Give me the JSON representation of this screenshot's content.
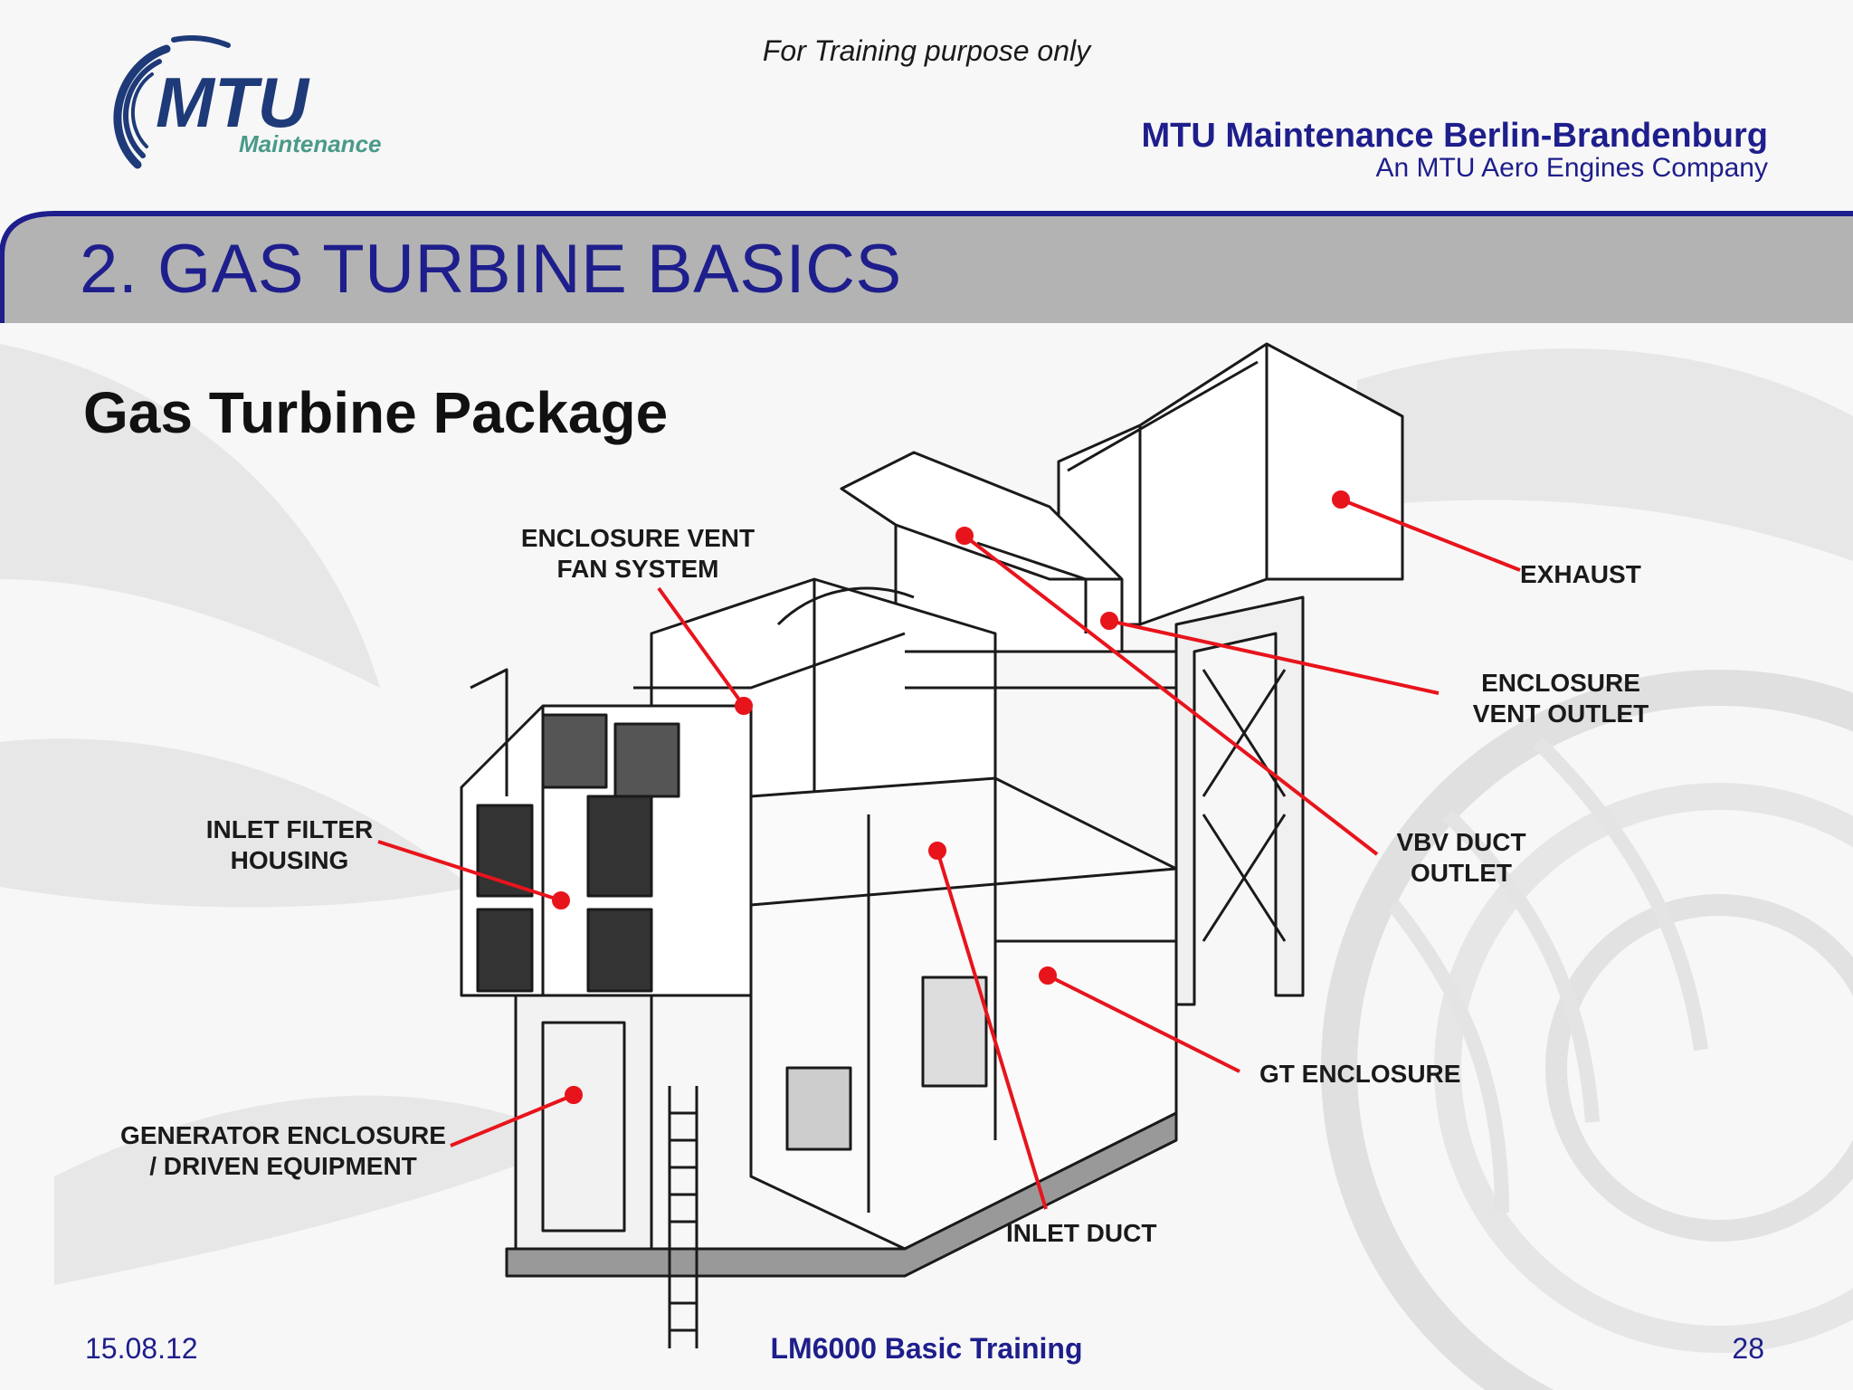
{
  "header": {
    "note": "For Training purpose only",
    "logo_text": "MTU",
    "logo_sub": "Maintenance",
    "company_name": "MTU Maintenance Berlin-Brandenburg",
    "company_tagline": "An MTU Aero Engines Company"
  },
  "section_title": "2. GAS TURBINE BASICS",
  "subtitle": "Gas Turbine Package",
  "labels": {
    "enclosure_vent_fan_1": "ENCLOSURE VENT",
    "enclosure_vent_fan_2": "FAN SYSTEM",
    "exhaust": "EXHAUST",
    "enclosure_vent_outlet_1": "ENCLOSURE",
    "enclosure_vent_outlet_2": "VENT OUTLET",
    "inlet_filter_1": "INLET FILTER",
    "inlet_filter_2": "HOUSING",
    "vbv_duct_1": "VBV DUCT",
    "vbv_duct_2": "OUTLET",
    "gt_enclosure": "GT ENCLOSURE",
    "generator_1": "GENERATOR ENCLOSURE",
    "generator_2": "/ DRIVEN EQUIPMENT",
    "inlet_duct": "INLET DUCT"
  },
  "footer": {
    "date": "15.08.12",
    "course": "LM6000 Basic Training",
    "page": "28"
  },
  "colors": {
    "brand_blue": "#1e1e8c",
    "title_bar": "#b3b3b3",
    "callout_red": "#e8141c"
  }
}
